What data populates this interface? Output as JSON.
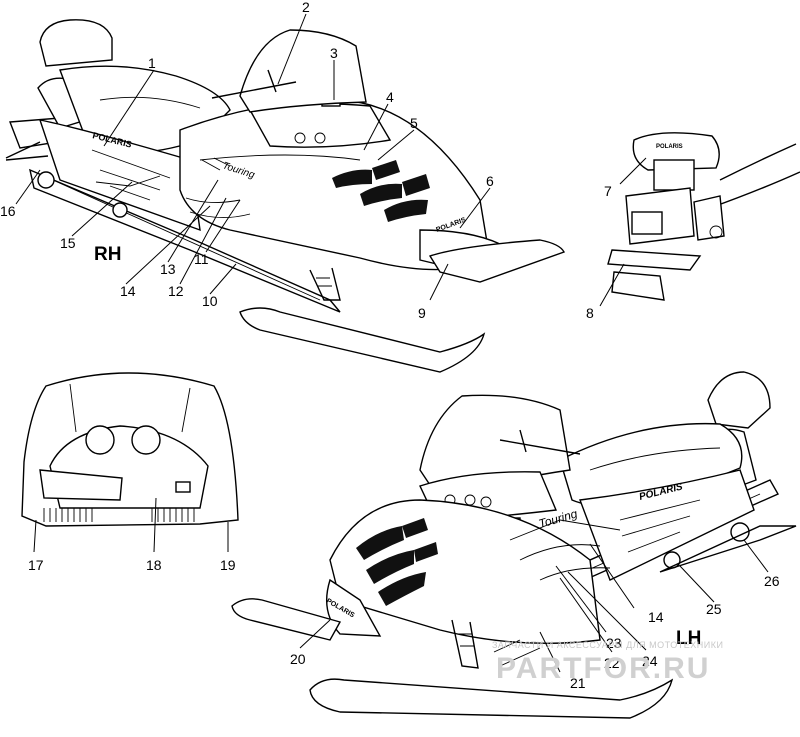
{
  "views": {
    "right": {
      "label": "RH"
    },
    "left": {
      "label": "LH"
    }
  },
  "callouts": [
    "1",
    "2",
    "3",
    "4",
    "5",
    "6",
    "7",
    "8",
    "9",
    "10",
    "11",
    "12",
    "13",
    "14",
    "15",
    "16",
    "17",
    "18",
    "19",
    "20",
    "21",
    "22",
    "23",
    "24",
    "25",
    "26"
  ],
  "callout_14_lh": "14",
  "decals": {
    "brand_rh": "POLARIS",
    "brand_lh": "POLARIS",
    "brand_hood": "POLARIS",
    "model_script": "Touring"
  },
  "watermark": {
    "line1": "ЗАПЧАСТИ И АКСЕССУАРЫ ДЛЯ МОТОТЕХНИКИ",
    "line2": "PARTFOR.RU"
  }
}
